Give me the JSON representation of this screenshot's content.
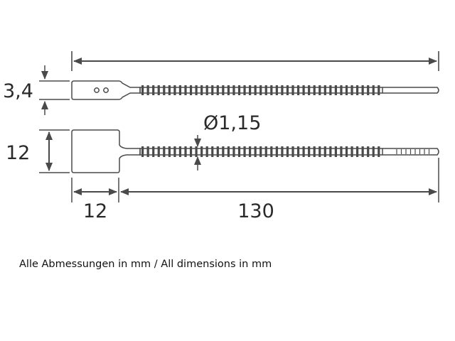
{
  "dimensions": {
    "overall_length_label": "",
    "tag_thickness": "3,4",
    "tag_height": "12",
    "strap_diameter": "Ø1,15",
    "tag_width": "12",
    "strap_length": "130"
  },
  "caption": "Alle Abmessungen in mm / All dimensions in mm",
  "colors": {
    "line": "#4a4a4a",
    "text": "#2a2a2a"
  }
}
